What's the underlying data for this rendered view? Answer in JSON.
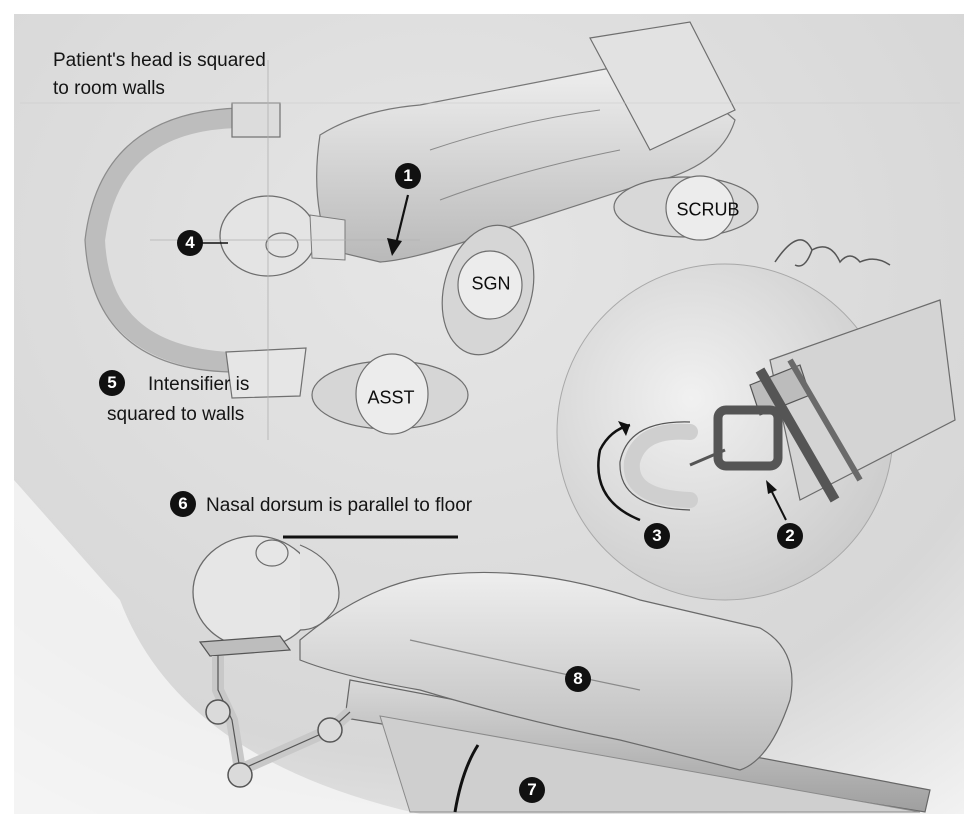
{
  "labels": {
    "head_squared_line1": "Patient's head is squared",
    "head_squared_line2": "to room walls",
    "intensifier_line1": "Intensifier is",
    "intensifier_line2": "squared to walls",
    "nasal_dorsum": "Nasal dorsum is parallel to floor"
  },
  "roles": {
    "scrub": "SCRUB",
    "surgeon": "SGN",
    "assistant": "ASST"
  },
  "markers": [
    "1",
    "2",
    "3",
    "4",
    "5",
    "6",
    "7",
    "8"
  ],
  "colors": {
    "ink": "#111111",
    "paper": "#ffffff",
    "shading": "#bdbdbd"
  }
}
